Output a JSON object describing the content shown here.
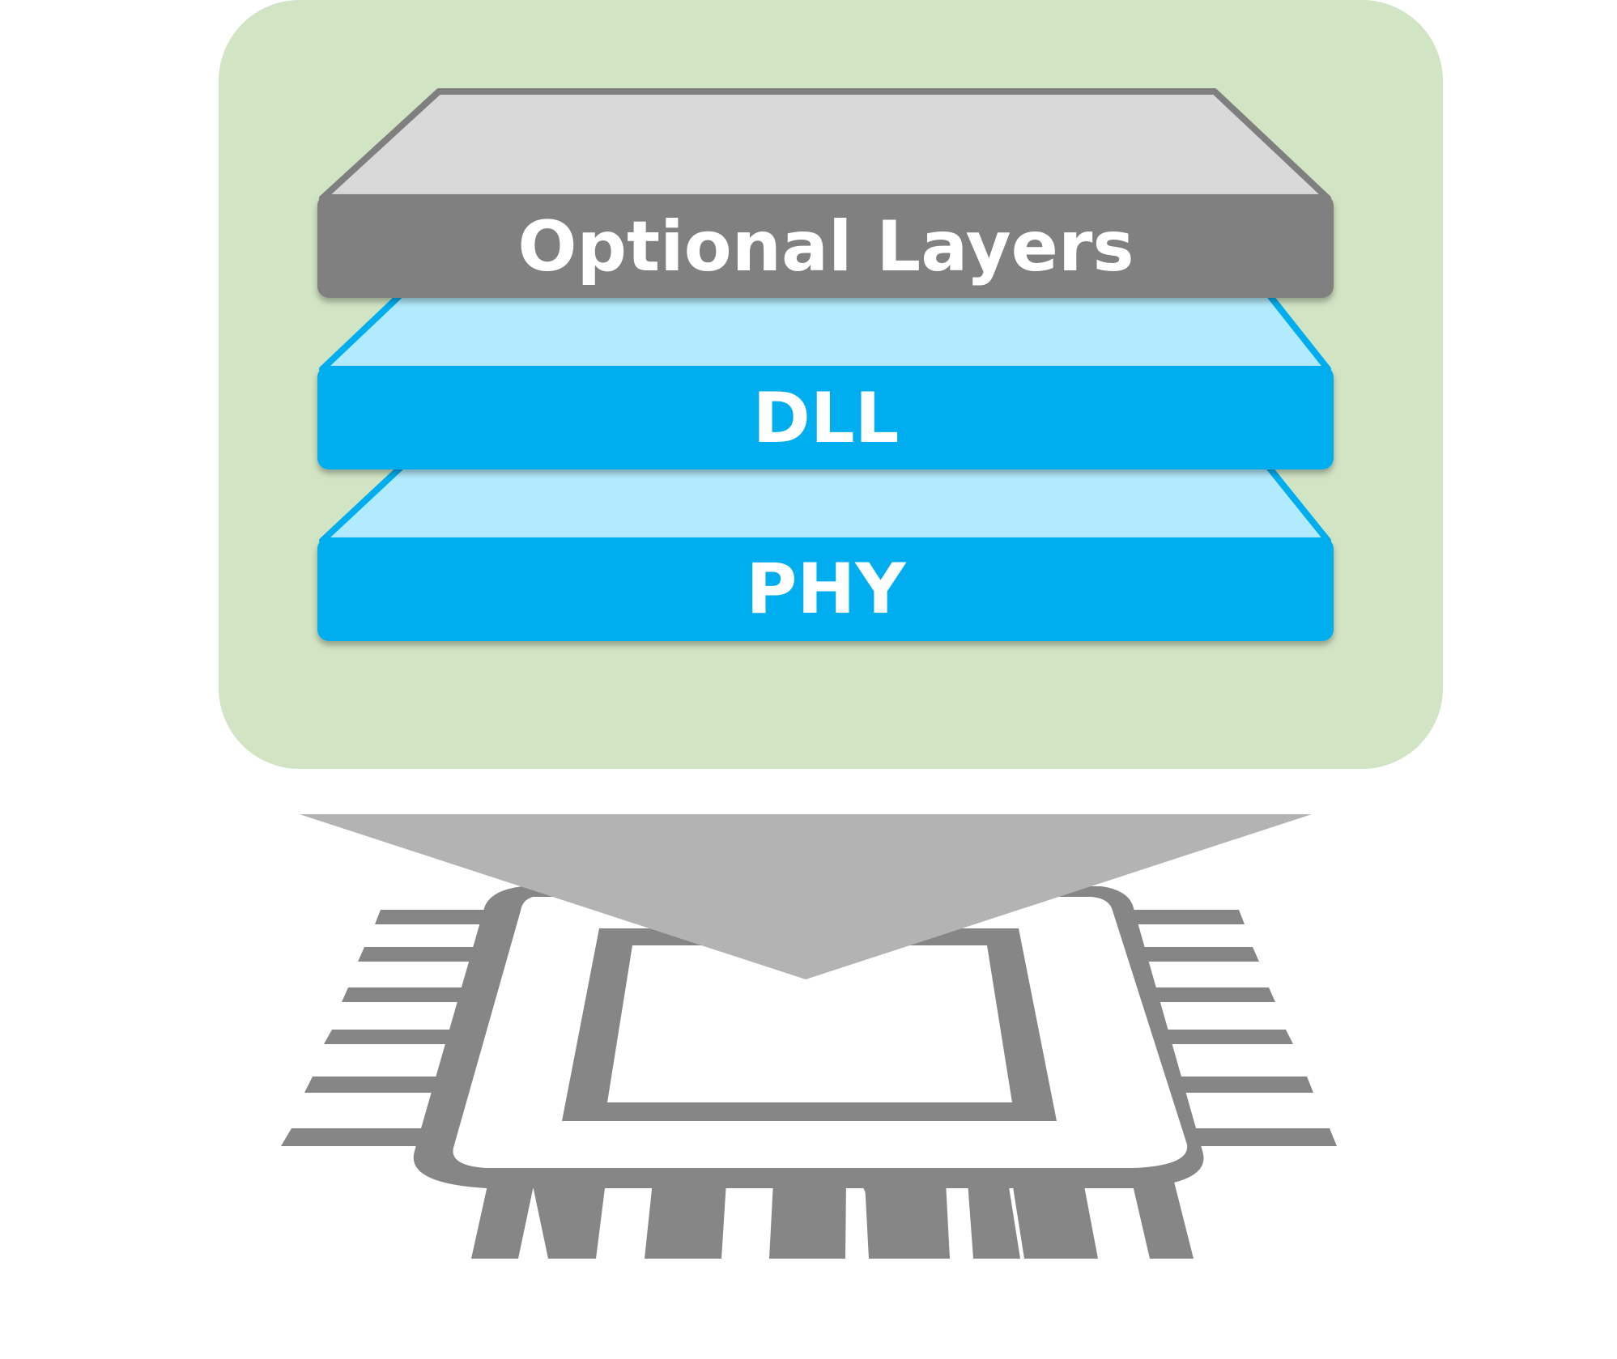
{
  "layers": {
    "top": {
      "label": "Optional Layers"
    },
    "middle": {
      "label": "DLL"
    },
    "bottom": {
      "label": "PHY"
    }
  },
  "colors": {
    "panel_bg": "#d1e5c4",
    "optional_side": "#808080",
    "optional_top": "#d9d9d9",
    "optional_edge": "#7f7f7f",
    "protocol_side": "#00adee",
    "protocol_top": "#b2ebfd",
    "protocol_edge": "#00aeef",
    "chip": "#868686",
    "arrow": "#b3b3b3"
  },
  "icons": {
    "stack": "layer-stack-icon",
    "arrow": "down-arrow-icon",
    "chip": "ic-chip-icon"
  }
}
